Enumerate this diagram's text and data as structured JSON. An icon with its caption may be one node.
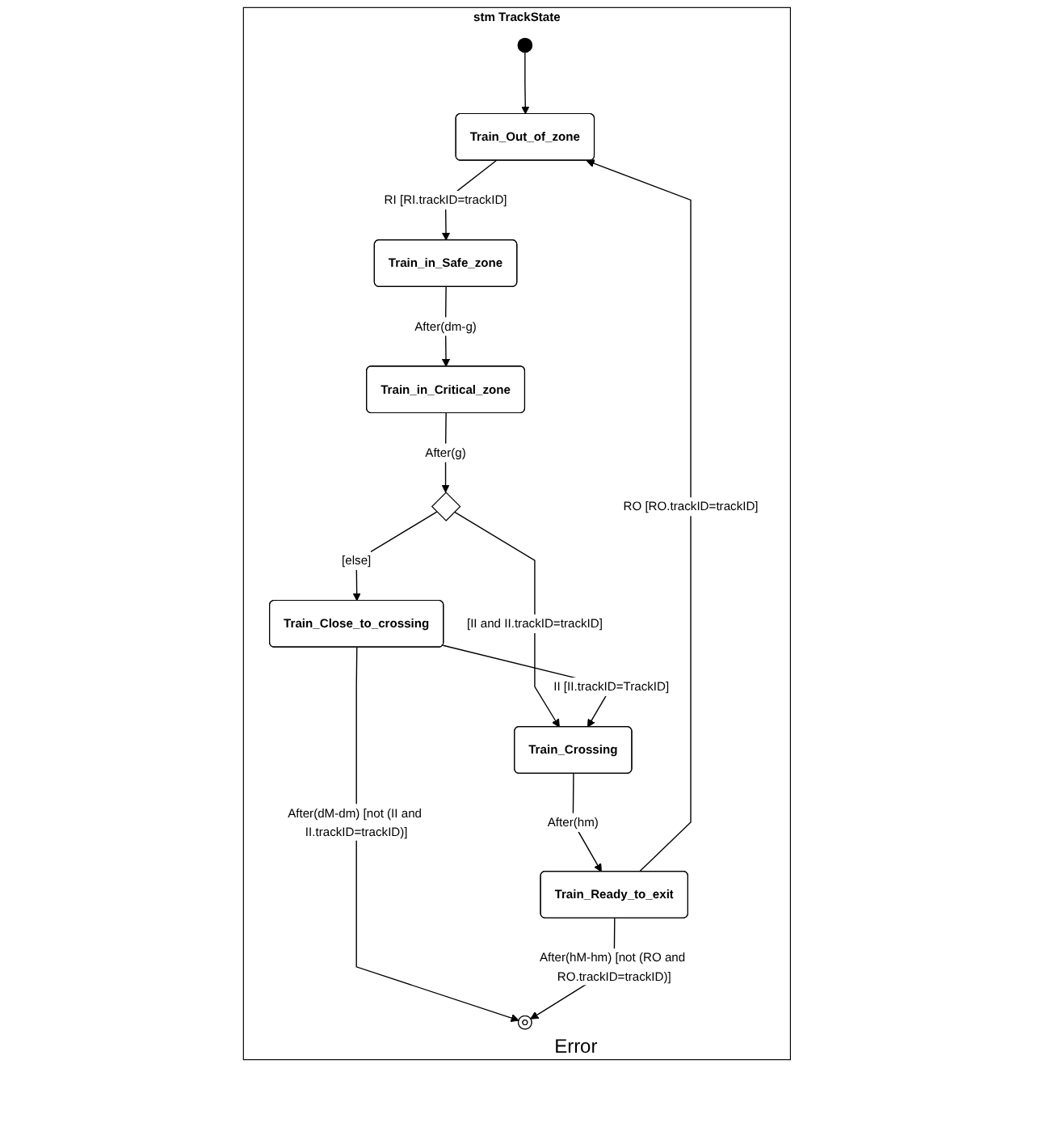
{
  "diagram": {
    "nodes": [
      {
        "text": [
          "stm TrackState"
        ]
      },
      {
        "text": [],
        "shape": "circle",
        "in": 0
      },
      {
        "text": [
          "Train_Out_of_zone"
        ],
        "in": 0
      },
      {
        "text": [
          "Train_in_Safe_zone"
        ],
        "in": 0
      },
      {
        "text": [
          "Train_in_Critical_zone"
        ],
        "in": 0
      },
      {
        "text": [],
        "shape": "diamond",
        "in": 0
      },
      {
        "text": [
          "Train_Close_to_crossing"
        ],
        "in": 0
      },
      {
        "text": [
          "Train_Crossing"
        ],
        "in": 0
      },
      {
        "text": [],
        "shape": "bullseye",
        "beside": [
          "Error"
        ],
        "in": 0
      },
      {
        "text": [
          "Train_Ready_to_exit"
        ],
        "in": 0
      }
    ],
    "edges": [
      {
        "from": 1,
        "to": 2,
        "arrow": "to"
      },
      {
        "from": 2,
        "to": 3,
        "arrow": "to",
        "label": "RI [RI.trackID=trackID]"
      },
      {
        "from": 3,
        "to": 4,
        "arrow": "to",
        "label": "After(dm-g)"
      },
      {
        "from": 4,
        "to": 5,
        "arrow": "to",
        "label": "After(g)"
      },
      {
        "from": 5,
        "to": 6,
        "arrow": "to",
        "label": "[else]"
      },
      {
        "from": 5,
        "to": 7,
        "arrow": "to",
        "label": "[II and II.trackID=trackID]"
      },
      {
        "from": 6,
        "to": 7,
        "arrow": "to",
        "label": "II [II.trackID=TrackID]"
      },
      {
        "from": 6,
        "to": 8,
        "arrow": "to",
        "label": "After(dM-dm) [not (II and II.trackID=trackID)]"
      },
      {
        "from": 7,
        "to": 9,
        "arrow": "to",
        "label": "After(hm)"
      },
      {
        "from": 9,
        "to": 8,
        "arrow": "to",
        "label": "After(hM-hm) [not (RO and RO.trackID=trackID)]"
      },
      {
        "from": 9,
        "to": 2,
        "arrow": "to",
        "label": "RO [RO.trackID=trackID]"
      }
    ]
  }
}
